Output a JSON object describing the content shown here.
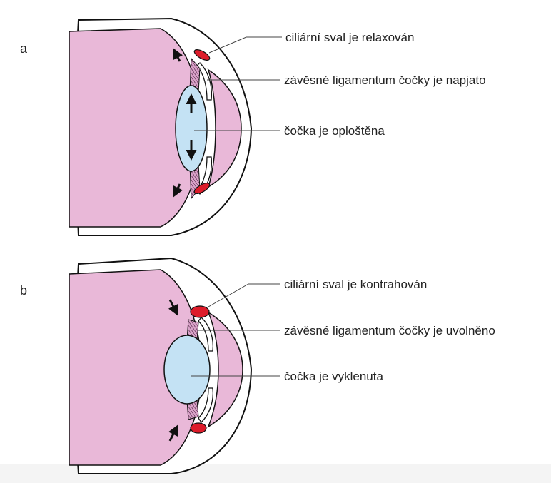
{
  "panels": [
    {
      "letter": "a",
      "labels": {
        "ciliary_muscle": "ciliární sval je relaxován",
        "ligament": "závěsné ligamentum čočky je napjato",
        "lens": "čočka je oploštěna"
      }
    },
    {
      "letter": "b",
      "labels": {
        "ciliary_muscle": "ciliární sval je kontrahován",
        "ligament": "závěsné ligamentum čočky je uvolněno",
        "lens": "čočka je vyklenuta"
      }
    }
  ],
  "colors": {
    "eye_interior": "#e9b8d8",
    "lens": "#c4e2f4",
    "ciliary_muscle": "#dd1c2a",
    "ligament": "#c893b8",
    "outline": "#111111"
  }
}
